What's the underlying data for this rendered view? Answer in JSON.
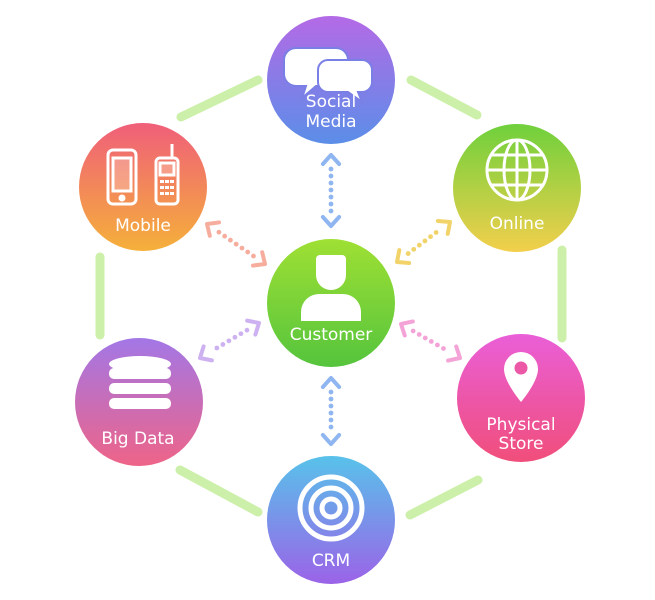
{
  "diagram": {
    "center": {
      "id": "customer",
      "label": "Customer",
      "icon": "person-icon"
    },
    "nodes": [
      {
        "id": "social",
        "label_lines": [
          "Social",
          "Media"
        ],
        "icon": "chat-bubbles-icon",
        "colors": [
          "#b46ae6",
          "#5b8ee8"
        ]
      },
      {
        "id": "online",
        "label_lines": [
          "Online"
        ],
        "icon": "globe-icon",
        "colors": [
          "#6fd03c",
          "#f3cf4c"
        ]
      },
      {
        "id": "store",
        "label_lines": [
          "Physical",
          "Store"
        ],
        "icon": "map-pin-icon",
        "colors": [
          "#ea5fd8",
          "#f04e7a"
        ]
      },
      {
        "id": "crm",
        "label_lines": [
          "CRM"
        ],
        "icon": "target-icon",
        "colors": [
          "#58c2ea",
          "#9b63e8"
        ]
      },
      {
        "id": "bigdata",
        "label_lines": [
          "Big Data"
        ],
        "icon": "database-icon",
        "colors": [
          "#a377e6",
          "#ee6488"
        ]
      },
      {
        "id": "mobile",
        "label_lines": [
          "Mobile"
        ],
        "icon": "phones-icon",
        "colors": [
          "#f05f7a",
          "#f5b03a"
        ]
      }
    ],
    "center_colors": [
      "#9fe034",
      "#55c43d"
    ],
    "ring_color": "#ccf0a9",
    "arrow_colors": {
      "social": "#8fb6f1",
      "online": "#f2d36a",
      "store": "#f3a3d6",
      "crm": "#8fb6f1",
      "bigdata": "#cdb1f1",
      "mobile": "#f6ad9d"
    }
  }
}
